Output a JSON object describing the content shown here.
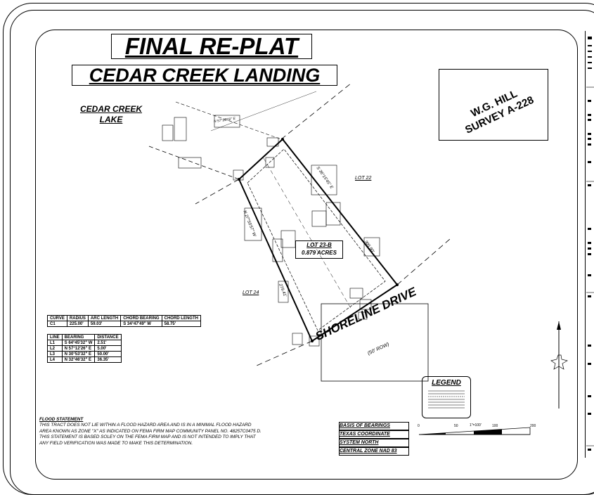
{
  "title": {
    "line1": "FINAL RE-PLAT",
    "line2": "CEDAR CREEK LANDING"
  },
  "lake_label": [
    "CEDAR CREEK",
    "LAKE"
  ],
  "survey_label": [
    "W.G. HILL",
    "SURVEY A-228"
  ],
  "street": {
    "name": "SHORELINE DRIVE",
    "row": "(50' ROW)"
  },
  "lots": {
    "lot22": "LOT 22",
    "lot24": "LOT 24",
    "lot23b_name": "LOT 23-B",
    "lot23b_area": "0.879 ACRES"
  },
  "curve_table": {
    "headers": [
      "CURVE",
      "RADIUS",
      "ARC LENGTH",
      "CHORD BEARING",
      "CHORD LENGTH"
    ],
    "rows": [
      [
        "C1",
        "225.00'",
        "59.03'",
        "S 34°47'49\" W",
        "58.75'"
      ]
    ]
  },
  "line_table": {
    "headers": [
      "LINE",
      "BEARING",
      "DISTANCE"
    ],
    "rows": [
      [
        "L1",
        "S 64°45'32\" W",
        "2.51'"
      ],
      [
        "L2",
        "N 57°12'26\" E",
        "5.00'"
      ],
      [
        "L3",
        "N 30°53'32\" E",
        "50.00'"
      ],
      [
        "L4",
        "N 32°46'32\" E",
        "36.35'"
      ]
    ]
  },
  "flood": {
    "title": "FLOOD STATEMENT",
    "lines": [
      "THIS TRACT DOES NOT LIE WITHIN A FLOOD HAZARD AREA AND IS IN A MINIMAL FLOOD HAZARD",
      "AREA KNOWN AS ZONE \"X\" AS INDICATED ON FEMA FIRM MAP COMMUNITY PANEL NO. 48257C0475 D.",
      "THIS STATEMENT IS BASED SOLEY ON THE FEMA FIRM MAP AND IS NOT INTENDED TO IMPLY THAT",
      "ANY FIELD VERIFICATION WAS MADE TO MAKE THIS DETERMINATION."
    ]
  },
  "basis": [
    "BASIS OF BEARINGS",
    "TEXAS COORDINATE",
    "SYSTEM NORTH",
    "CENTRAL ZONE NAD 83"
  ],
  "legend": {
    "title": "LEGEND"
  },
  "scale": {
    "label": "1\"=100'",
    "ticks": [
      "0",
      "50",
      "100",
      "200"
    ]
  },
  "linework": {
    "boundary_color": "#000000",
    "dash_color": "#000000"
  },
  "boundary_labels": {
    "east": "S 36°15'45\" E",
    "west": "N 27°59'57\" W",
    "frontage": "305.90'",
    "west_dist": "279.41'",
    "north_bearing": "N 57°28'02\" E"
  }
}
